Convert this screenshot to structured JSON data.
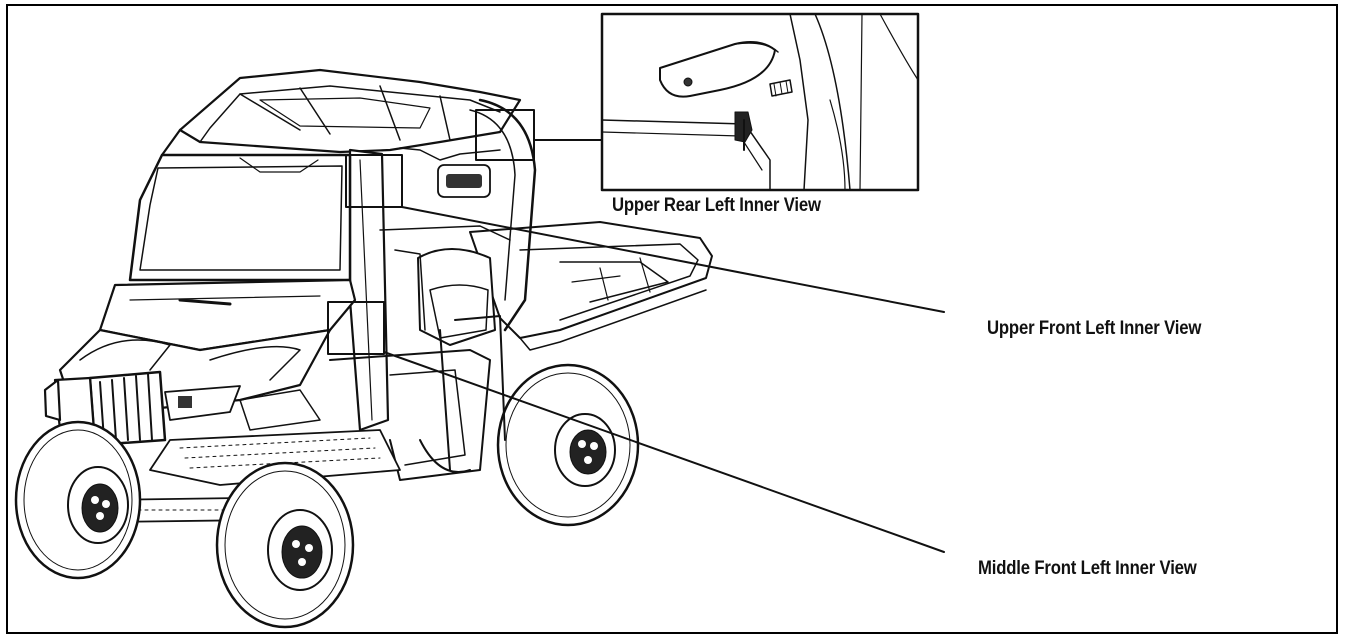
{
  "diagram": {
    "captions": {
      "upper_rear_left": "Upper Rear Left Inner View",
      "upper_front_left": "Upper Front Left Inner View",
      "middle_front_left": "Middle Front Left Inner View"
    }
  }
}
